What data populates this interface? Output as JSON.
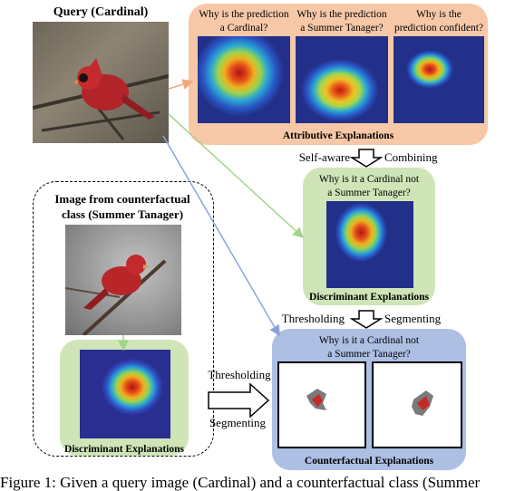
{
  "query": {
    "title": "Query (Cardinal)"
  },
  "attributive": {
    "questions": [
      "Why is the prediction\na Cardinal?",
      "Why is the prediction\na Summer Tanager?",
      "Why is the\nprediction confident?"
    ],
    "label": "Attributive Explanations",
    "color": "#f7c8a8"
  },
  "step1": {
    "left": "Self-aware",
    "right": "Combining"
  },
  "discriminant_top": {
    "question": "Why is it a Cardinal not\na Summer Tanager?",
    "label": "Discriminant Explanations",
    "color": "#cfe5b8"
  },
  "step2": {
    "left": "Thresholding",
    "right": "Segmenting"
  },
  "counterfactual_class": {
    "title": "Image from counterfactual\nclass (Summer Tanager)",
    "label": "Discriminant Explanations"
  },
  "arrow_labels": {
    "top": "Thresholding",
    "bottom": "Segmenting"
  },
  "counterfactual": {
    "question": "Why is it a Cardinal not\na Summer Tanager?",
    "label": "Counterfactual Explanations",
    "color": "#aebfe4"
  },
  "caption": "Figure 1: Given a query image (Cardinal) and a counterfactual class (Summer"
}
